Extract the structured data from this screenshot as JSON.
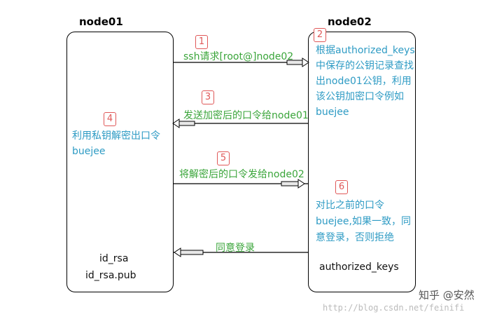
{
  "node01": {
    "title": "node01",
    "note_line1": "利用私钥解密出口令",
    "note_line2": "buejee",
    "file1": "id_rsa",
    "file2": "id_rsa.pub"
  },
  "node02": {
    "title": "node02",
    "note_line1": "根据authorized_keys",
    "note_line2": "中保存的公钥记录查找",
    "note_line3": "出node01公钥，利用",
    "note_line4": "该公钥加密口令例如",
    "note_line5": "buejee",
    "compare_line1": "对比之前的口令",
    "compare_line2": "buejee,如果一致，同",
    "compare_line3": "意登录，否则拒绝",
    "file": "authorized_keys"
  },
  "steps": {
    "s1": "1",
    "s2": "2",
    "s3": "3",
    "s4": "4",
    "s5": "5",
    "s6": "6"
  },
  "arrows": {
    "a1": "ssh请求[root@]node02",
    "a3": "发送加密后的口令给node01",
    "a5": "将解密后的口令发给node02",
    "a6": "同意登录"
  },
  "watermark": {
    "brand": "知乎 @安然",
    "url": "http://blog.csdn.net/feinifi"
  }
}
